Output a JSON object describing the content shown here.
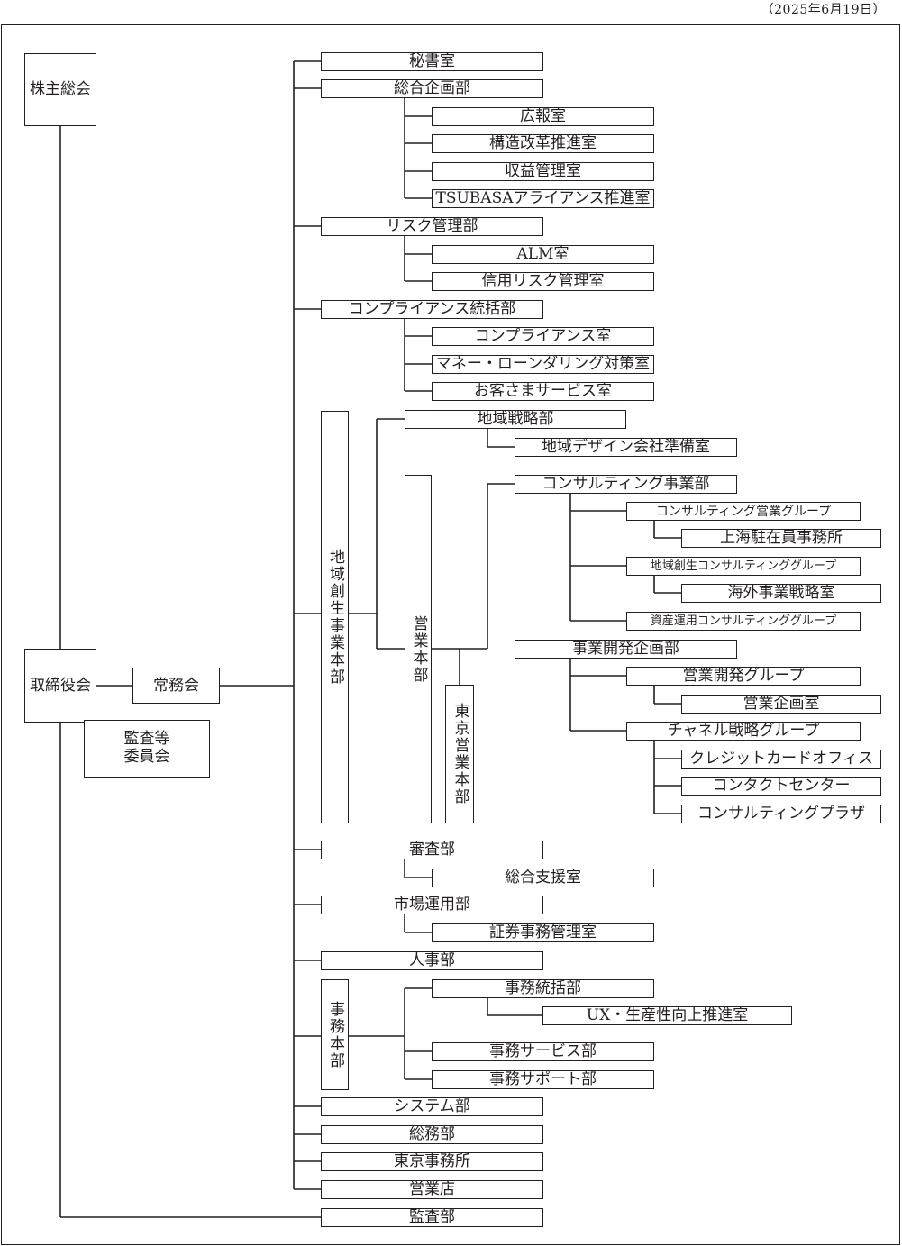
{
  "date": "（2025年6月19日）",
  "org": {
    "shareholders": "株主総会",
    "board": "取締役会",
    "managing": "常務会",
    "audit_committee": "監査等\n委員会",
    "hishoshitsu": "秘書室",
    "sogo_kikaku": "総合企画部",
    "kohoshitsu": "広報室",
    "kozo_kaikaku": "構造改革推進室",
    "shueki_kanri": "収益管理室",
    "tsubasa": "TSUBASAアライアンス推進室",
    "risk_kanri": "リスク管理部",
    "alm": "ALM室",
    "shinyo_risk": "信用リスク管理室",
    "compliance_dept": "コンプライアンス統括部",
    "compliance_room": "コンプライアンス室",
    "money_laundering": "マネー・ローンダリング対策室",
    "customer_service": "お客さまサービス室",
    "chiiki_sosei_honbu": "地域創生事業本部",
    "chiiki_senryaku": "地域戦略部",
    "chiiki_design": "地域デザイン会社準備室",
    "eigyo_honbu": "営業本部",
    "tokyo_eigyo_honbu": "東京営業本部",
    "consulting_dept": "コンサルティング事業部",
    "consulting_eigyo_group": "コンサルティング営業グループ",
    "shanghai": "上海駐在員事務所",
    "chiiki_sosei_consulting": "地域創生コンサルティンググループ",
    "kaigai_senryaku": "海外事業戦略室",
    "shisan_unyo_consulting": "資産運用コンサルティンググループ",
    "jigyo_kaihatsu_kikaku": "事業開発企画部",
    "eigyo_kaihatsu_group": "営業開発グループ",
    "eigyo_kikaku": "営業企画室",
    "channel_senryaku": "チャネル戦略グループ",
    "credit_card": "クレジットカードオフィス",
    "contact_center": "コンタクトセンター",
    "consulting_plaza": "コンサルティングプラザ",
    "shinsa": "審査部",
    "sogo_shien": "総合支援室",
    "shijo_unyo": "市場運用部",
    "shoken_jimu": "証券事務管理室",
    "jinji": "人事部",
    "jimu_honbu": "事務本部",
    "jimu_tokatsu": "事務統括部",
    "ux_seisansei": "UX・生産性向上推進室",
    "jimu_service": "事務サービス部",
    "jimu_support": "事務サポート部",
    "system": "システム部",
    "somu": "総務部",
    "tokyo_jimusho": "東京事務所",
    "eigyoten": "営業店",
    "kansa": "監査部"
  }
}
